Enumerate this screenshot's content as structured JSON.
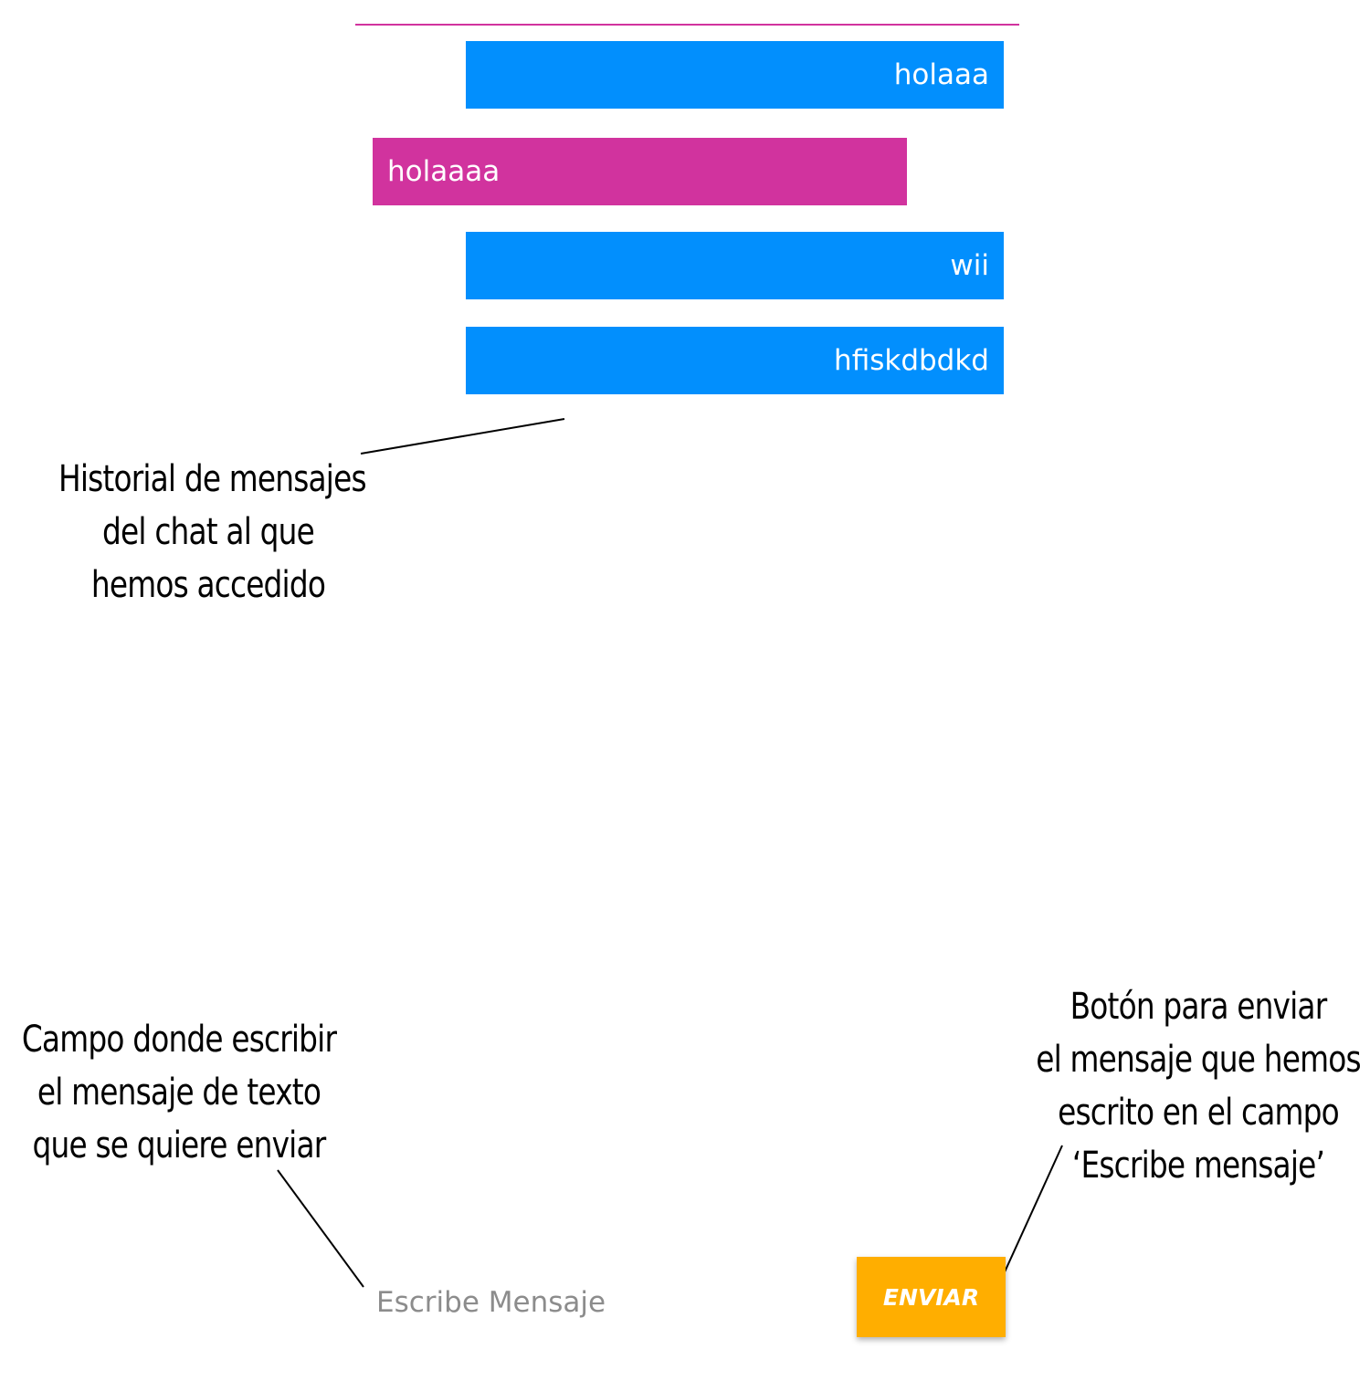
{
  "chat": {
    "messages": [
      {
        "text": "holaaa",
        "direction": "sent"
      },
      {
        "text": "holaaaa",
        "direction": "received"
      },
      {
        "text": "wii",
        "direction": "sent"
      },
      {
        "text": "hfiskdbdkd",
        "direction": "sent"
      }
    ]
  },
  "composer": {
    "placeholder": "Escribe Mensaje",
    "send_label": "ENVIAR"
  },
  "annotations": {
    "history": [
      "Historial de mensajes",
      "del chat al que",
      "hemos accedido"
    ],
    "input": [
      "Campo donde escribir",
      "el mensaje de texto",
      "que se quiere enviar"
    ],
    "button": [
      "Botón para enviar",
      "el mensaje que hemos",
      "escrito en el campo",
      "‘Escribe mensaje’"
    ]
  },
  "colors": {
    "sent_bubble": "#028ffd",
    "received_bubble": "#d1339e",
    "send_button": "#ffae00",
    "divider": "#d1339e"
  }
}
